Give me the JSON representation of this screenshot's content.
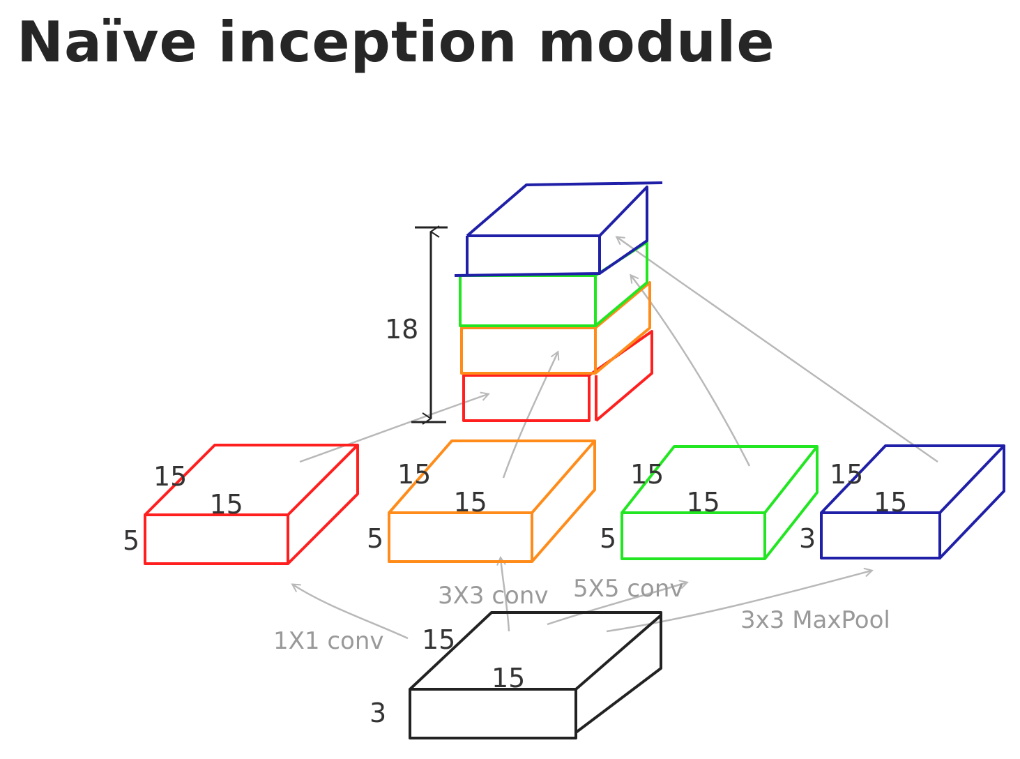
{
  "title": "Naïve inception module",
  "stack": {
    "height_label": "18"
  },
  "branches": [
    {
      "color": "#ff1f1f",
      "top_label": "15",
      "front_label": "15",
      "side_label": "5"
    },
    {
      "color": "#ff8c1a",
      "top_label": "15",
      "front_label": "15",
      "side_label": "5"
    },
    {
      "color": "#22e622",
      "top_label": "15",
      "front_label": "15",
      "side_label": "5"
    },
    {
      "color": "#1f1fa8",
      "top_label": "15",
      "front_label": "15",
      "side_label": "3"
    }
  ],
  "input": {
    "color": "#222222",
    "top_label": "15",
    "front_label": "15",
    "side_label": "3"
  },
  "ops": {
    "conv1": "1X1 conv",
    "conv3": "3X3 conv",
    "conv5": "5X5 conv",
    "pool": "3x3 MaxPool"
  },
  "colors": {
    "arrow": "#b8b8b8",
    "dimension": "#222222"
  }
}
